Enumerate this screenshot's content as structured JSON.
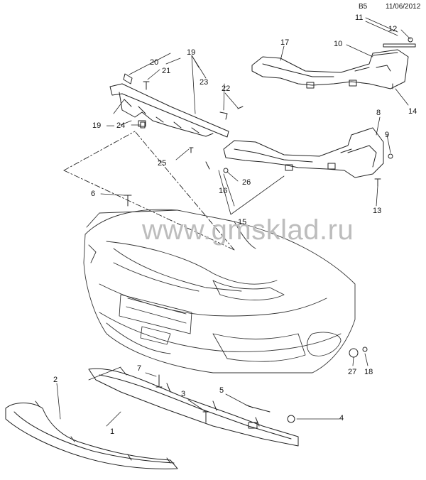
{
  "header": {
    "section": "B5",
    "date": "11/06/2012"
  },
  "watermark": "www.gmsklad.ru",
  "callouts": [
    "1",
    "2",
    "3",
    "4",
    "5",
    "6",
    "7",
    "8",
    "9",
    "10",
    "11",
    "12",
    "13",
    "14",
    "15",
    "16",
    "17",
    "18",
    "19",
    "19",
    "20",
    "21",
    "22",
    "23",
    "24",
    "25",
    "26",
    "27"
  ]
}
